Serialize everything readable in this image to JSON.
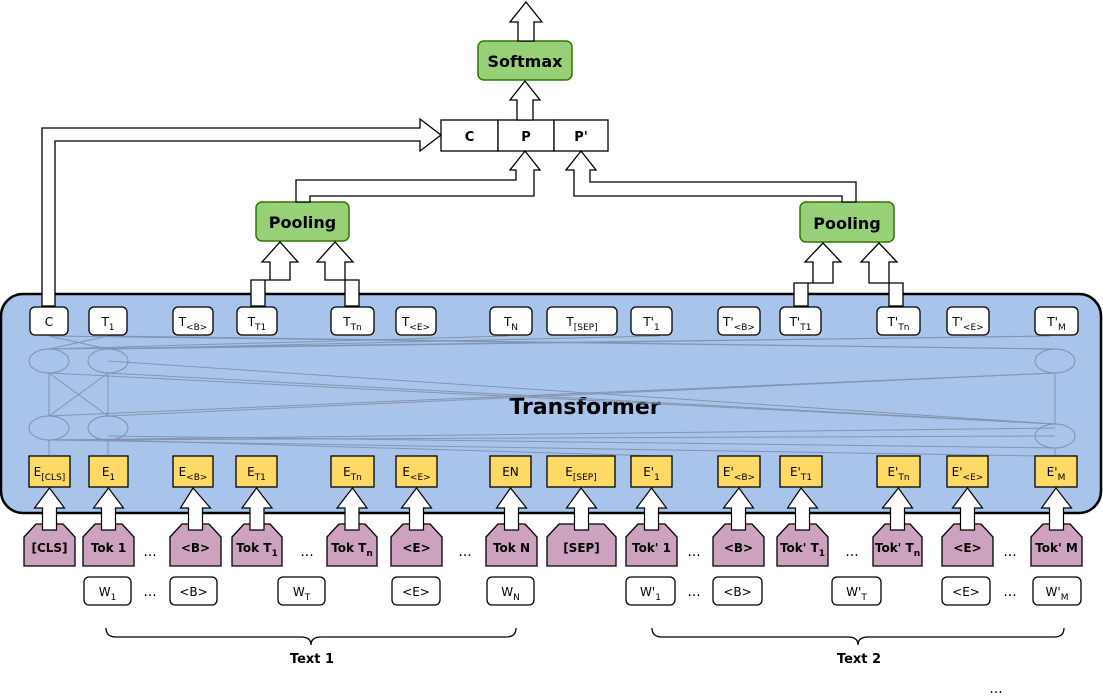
{
  "title": "Transformer",
  "softmax": "Softmax",
  "pooling_left": "Pooling",
  "pooling_right": "Pooling",
  "concat": [
    "C",
    "P",
    "P'"
  ],
  "outputs": [
    {
      "t": "C",
      "s": ""
    },
    {
      "t": "T",
      "s": "1"
    },
    {
      "t": "T",
      "s": "<B>"
    },
    {
      "t": "T",
      "s": "T1"
    },
    {
      "t": "T",
      "s": "Tn"
    },
    {
      "t": "T",
      "s": "<E>"
    },
    {
      "t": "T",
      "s": "N"
    },
    {
      "t": "T",
      "s": "[SEP]"
    },
    {
      "t": "T'",
      "s": "1"
    },
    {
      "t": "T'",
      "s": "<B>"
    },
    {
      "t": "T'",
      "s": "T1"
    },
    {
      "t": "T'",
      "s": "Tn"
    },
    {
      "t": "T'",
      "s": "<E>"
    },
    {
      "t": "T'",
      "s": "M"
    }
  ],
  "embeddings": [
    {
      "t": "E",
      "s": "[CLS]"
    },
    {
      "t": "E",
      "s": "1"
    },
    {
      "t": "E",
      "s": "<B>"
    },
    {
      "t": "E",
      "s": "T1"
    },
    {
      "t": "E",
      "s": "Tn"
    },
    {
      "t": "E",
      "s": "<E>"
    },
    {
      "t": "EN",
      "s": ""
    },
    {
      "t": "E",
      "s": "[SEP]"
    },
    {
      "t": "E'",
      "s": "1"
    },
    {
      "t": "E'",
      "s": "<B>"
    },
    {
      "t": "E'",
      "s": "T1"
    },
    {
      "t": "E'",
      "s": "Tn"
    },
    {
      "t": "E'",
      "s": "<E>"
    },
    {
      "t": "E'",
      "s": "M"
    }
  ],
  "tokens": [
    {
      "t": "[CLS]",
      "s": ""
    },
    {
      "t": "Tok 1",
      "s": ""
    },
    {
      "t": "<B>",
      "s": ""
    },
    {
      "t": "Tok T",
      "s": "1"
    },
    {
      "t": "Tok T",
      "s": "n"
    },
    {
      "t": "<E>",
      "s": ""
    },
    {
      "t": "Tok N",
      "s": ""
    },
    {
      "t": "[SEP]",
      "s": ""
    },
    {
      "t": "Tok' 1",
      "s": ""
    },
    {
      "t": "<B>",
      "s": ""
    },
    {
      "t": "Tok' T",
      "s": "1"
    },
    {
      "t": "Tok' T",
      "s": "n"
    },
    {
      "t": "<E>",
      "s": ""
    },
    {
      "t": "Tok' M",
      "s": ""
    }
  ],
  "words": [
    {
      "t": "W",
      "s": "1"
    },
    {
      "t": "<B>",
      "s": ""
    },
    {
      "t": "W",
      "s": "T"
    },
    {
      "t": "<E>",
      "s": ""
    },
    {
      "t": "W",
      "s": "N"
    },
    {
      "t": "W'",
      "s": "1"
    },
    {
      "t": "<B>",
      "s": ""
    },
    {
      "t": "W'",
      "s": "T"
    },
    {
      "t": "<E>",
      "s": ""
    },
    {
      "t": "W'",
      "s": "M"
    }
  ],
  "ellipsis": "...",
  "text1": "Text 1",
  "text2": "Text 2",
  "colors": {
    "transformer_fill": "#a9c4eb",
    "embedding_fill": "#ffd966",
    "token_fill": "#cda2be",
    "green_fill": "#97d077",
    "green_stroke": "#2d7600"
  }
}
